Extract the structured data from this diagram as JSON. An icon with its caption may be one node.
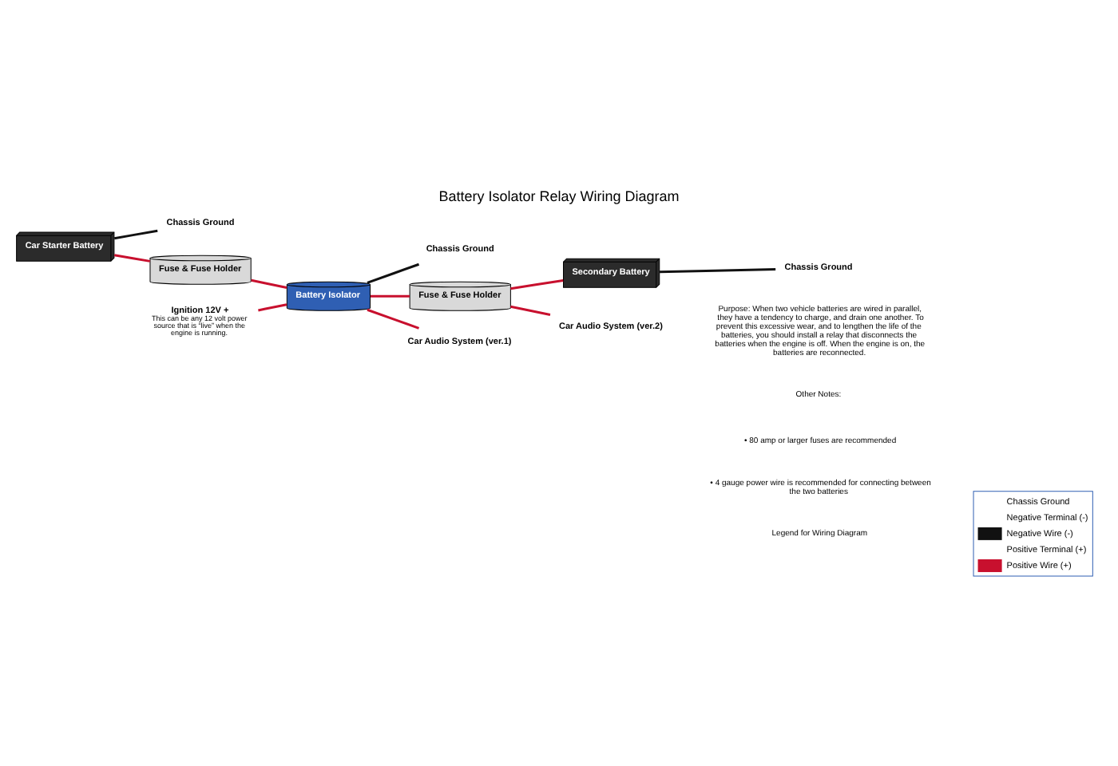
{
  "diagram": {
    "title": "Battery Isolator Relay Wiring Diagram",
    "nodes": [
      {
        "text": [
          "Car Starter Battery"
        ]
      },
      {
        "text": [
          "Chassis Ground"
        ]
      },
      {
        "text": [
          "Fuse & Fuse Holder"
        ]
      },
      {
        "text": [
          "Ignition 12V +",
          "This can be any 12 volt power source that is “live” when the engine is running."
        ]
      },
      {
        "text": [
          "Battery Isolator"
        ]
      },
      {
        "text": [
          "Chassis Ground"
        ]
      },
      {
        "text": [
          "Fuse & Fuse Holder"
        ]
      },
      {
        "text": [
          "Car Audio System (ver.1)"
        ]
      },
      {
        "text": [
          "Chassis Ground"
        ]
      },
      {
        "text": [
          "Secondary Battery"
        ]
      },
      {
        "text": [
          "Car Audio System (ver.2)"
        ]
      }
    ],
    "edges": [
      {
        "from": 0,
        "to": 1,
        "arrow": "none",
        "color": "#111111"
      },
      {
        "from": 0,
        "to": 2,
        "arrow": "none"
      },
      {
        "from": 2,
        "to": 4,
        "arrow": "none"
      },
      {
        "from": 3,
        "to": 4,
        "arrow": "none"
      },
      {
        "from": 4,
        "to": 5,
        "arrow": "none",
        "color": "#111111"
      },
      {
        "from": 4,
        "to": 6,
        "arrow": "none"
      },
      {
        "from": 4,
        "to": 7,
        "arrow": "none"
      },
      {
        "from": 6,
        "to": 9,
        "arrow": "none"
      },
      {
        "from": 6,
        "to": 10,
        "arrow": "none"
      },
      {
        "from": 9,
        "to": 8,
        "arrow": "none",
        "color": "#111111"
      }
    ],
    "labels": [
      "Purpose: When two vehicle batteries are wired in parallel, they have a tendency to charge, and drain one another. To prevent this excessive wear, and to lengthen the life of the batteries, you should install a relay that disconnects the batteries when the engine is off. When the engine is on, the batteries are reconnected.",
      "Other Notes:",
      "• 80 amp or larger fuses are recommended",
      "• 4 gauge power wire is recommended for connecting between the two batteries",
      "Legend for Wiring Diagram"
    ],
    "legend": [
      {
        "text": "Chassis Ground"
      },
      {
        "text": "Negative Terminal (-)"
      },
      {
        "text": "Negative Wire (-)",
        "color": "#111111"
      },
      {
        "text": "Positive Terminal (+)"
      },
      {
        "text": "Positive Wire (+)",
        "color": "#c8102e"
      }
    ]
  }
}
